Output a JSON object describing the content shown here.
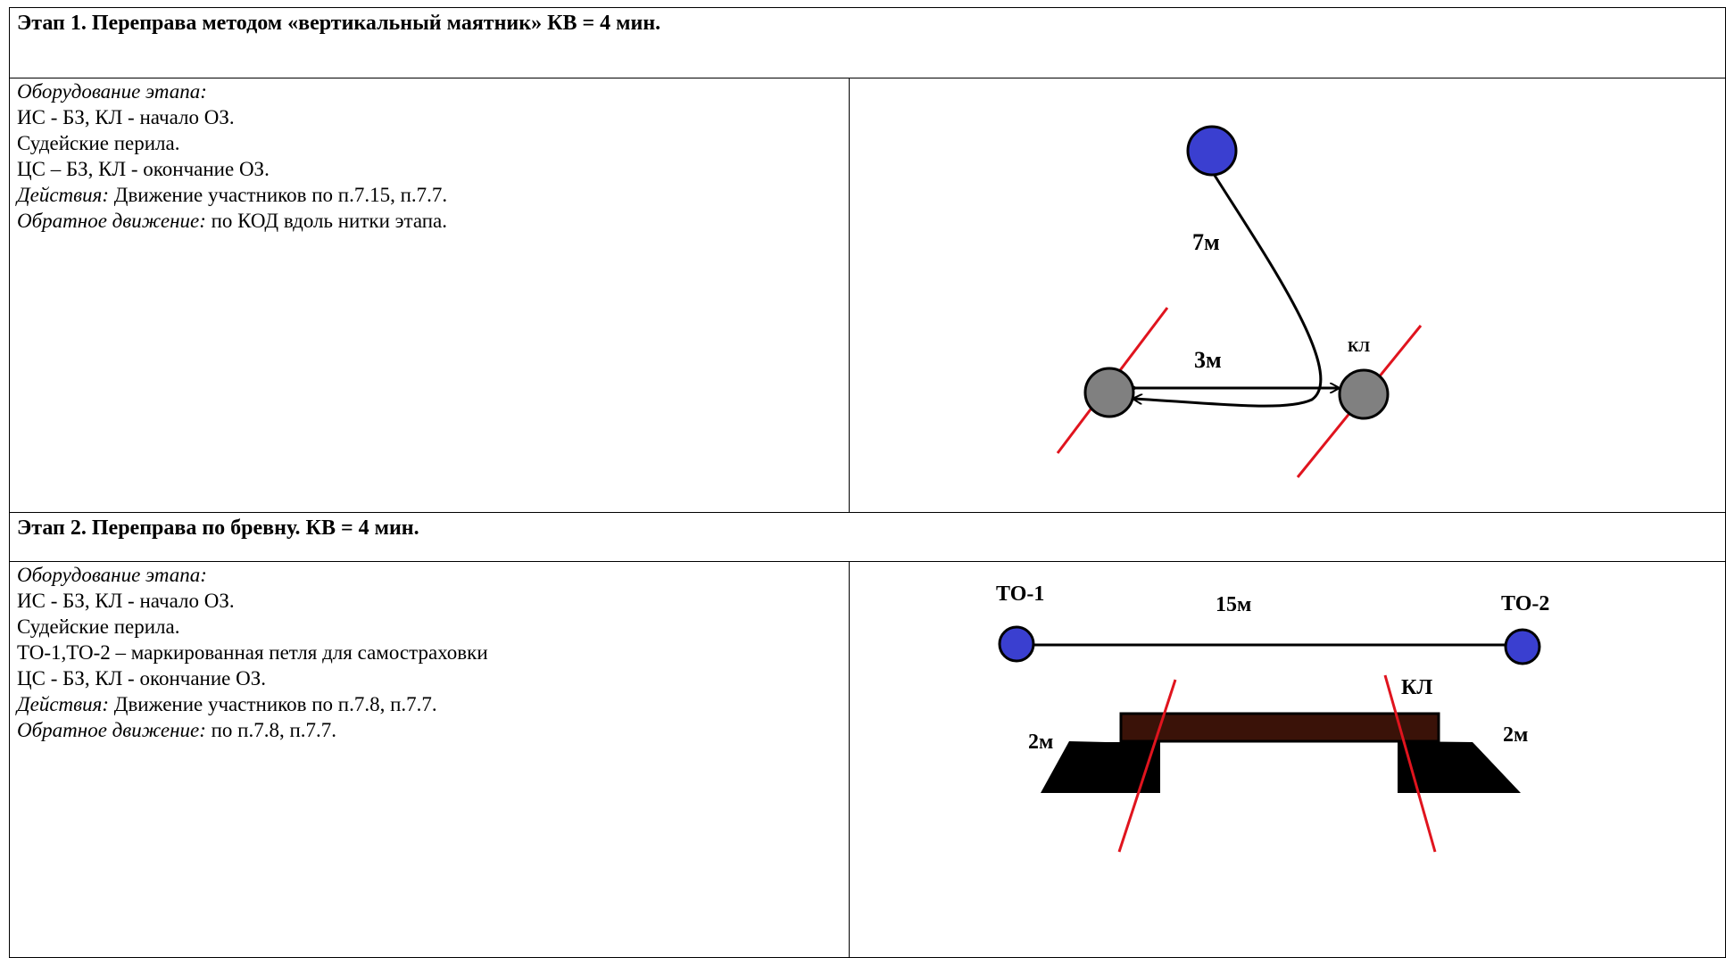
{
  "stage1": {
    "title": "Этап 1. Переправа методом «вертикальный маятник» КВ = 4 мин.",
    "equipment_label": "Оборудование этапа:",
    "line1": "ИС - БЗ, КЛ - начало ОЗ.",
    "line2": "Судейские перила.",
    "line3": "ЦС – БЗ, КЛ - окончание ОЗ.",
    "actions_label": "Действия:",
    "actions_text": " Движение участников по п.7.15, п.7.7.",
    "reverse_label": "Обратное движение:",
    "reverse_text": " по КОД вдоль нитки этапа.",
    "diagram": {
      "length_top": "7м",
      "length_bottom": "3м",
      "kl_label": "КЛ"
    }
  },
  "stage2": {
    "title": "Этап 2. Переправа по бревну. КВ = 4 мин.",
    "equipment_label": "Оборудование этапа:",
    "line1": "ИС - БЗ, КЛ - начало ОЗ.",
    "line2": "Судейские перила.",
    "line3": "ТО-1,ТО-2 – маркированная петля для самостраховки",
    "line4": "ЦС - БЗ, КЛ - окончание ОЗ.",
    "actions_label": "Действия:",
    "actions_text": " Движение участников по п.7.8, п.7.7.",
    "reverse_label": "Обратное движение:",
    "reverse_text": " по п.7.8, п.7.7.",
    "diagram": {
      "to1": "ТО-1",
      "to2": "ТО-2",
      "length": "15м",
      "kl_label": "КЛ",
      "height_left": "2м",
      "height_right": "2м"
    }
  },
  "colors": {
    "node_blue": "#3a3fd0",
    "node_gray": "#808080",
    "control_line_red": "#e0141e",
    "log_brown": "#3a1208"
  }
}
